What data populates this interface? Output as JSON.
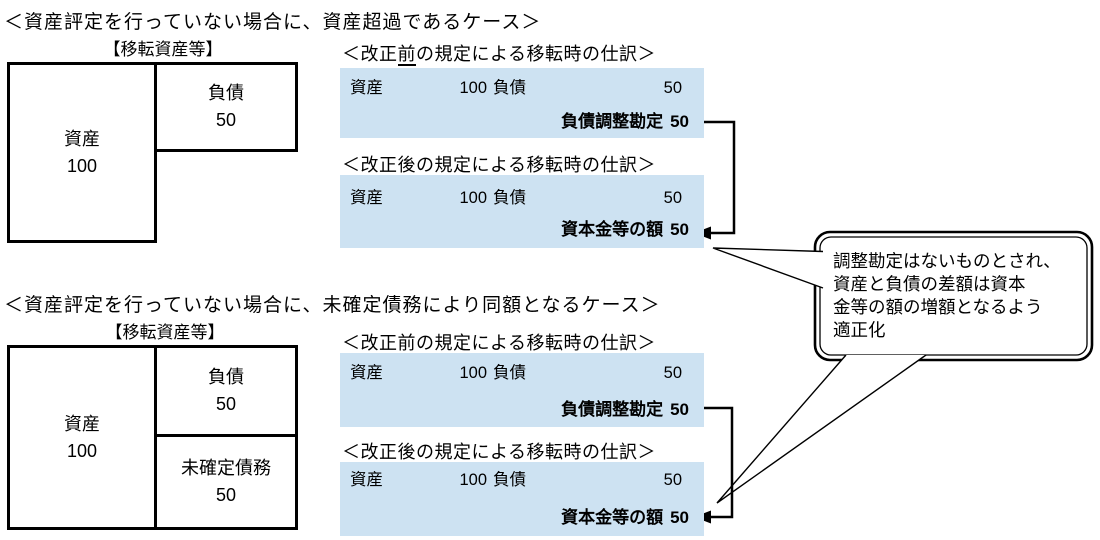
{
  "colors": {
    "ink": "#000000",
    "journal_row_bg": "#CDE2F2"
  },
  "sections": [
    {
      "title": "＜資産評定を行っていない場合に、資産超過であるケース＞",
      "bs": {
        "heading": "【移転資産等】",
        "asset": {
          "label": "資産",
          "value": "100"
        },
        "liability": {
          "label": "負債",
          "value": "50"
        }
      },
      "journal_before": {
        "title_pre": "＜改正",
        "title_u": "前",
        "title_post": "の規定による移転時の仕訳＞",
        "row1": {
          "debit": "資産",
          "debit_amt": "100",
          "credit": "負債",
          "credit_amt": "50"
        },
        "row2": {
          "credit": "負債調整勘定",
          "credit_amt": "50"
        }
      },
      "journal_after": {
        "title_pre": "＜改正",
        "title_u": "後",
        "title_post": "の規定による移転時の仕訳＞",
        "row1": {
          "debit": "資産",
          "debit_amt": "100",
          "credit": "負債",
          "credit_amt": "50"
        },
        "row2": {
          "credit": "資本金等の額",
          "credit_amt": "50"
        }
      }
    },
    {
      "title": "＜資産評定を行っていない場合に、未確定債務により同額となるケース＞",
      "bs": {
        "heading": "【移転資産等】",
        "asset": {
          "label": "資産",
          "value": "100"
        },
        "liability": {
          "label": "負債",
          "value": "50"
        },
        "unsettled": {
          "label": "未確定債務",
          "value": "50"
        }
      },
      "journal_before": {
        "title_pre": "＜改正",
        "title_u": "前",
        "title_post": "の規定による移転時の仕訳＞",
        "row1": {
          "debit": "資産",
          "debit_amt": "100",
          "credit": "負債",
          "credit_amt": "50"
        },
        "row2": {
          "credit": "負債調整勘定",
          "credit_amt": "50"
        }
      },
      "journal_after": {
        "title_pre": "＜改正",
        "title_u": "後",
        "title_post": "の規定による移転時の仕訳＞",
        "row1": {
          "debit": "資産",
          "debit_amt": "100",
          "credit": "負債",
          "credit_amt": "50"
        },
        "row2": {
          "credit": "資本金等の額",
          "credit_amt": "50"
        }
      }
    }
  ],
  "callout": {
    "lines": [
      "調整勘定はないものとされ、",
      "資産と負債の差額は資本",
      "金等の額の増額となるよう",
      "適正化"
    ]
  }
}
